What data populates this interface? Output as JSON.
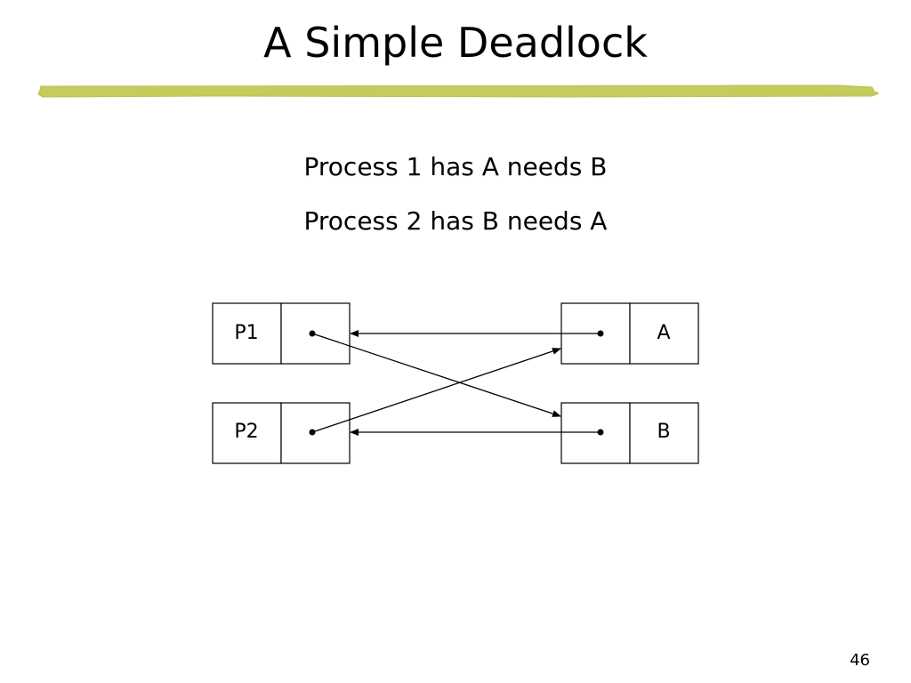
{
  "slide": {
    "title": "A Simple Deadlock",
    "statements": [
      "Process 1 has A needs B",
      "Process 2 has B needs A"
    ],
    "page_number": "46",
    "accent_color": "#c4cc5e"
  },
  "diagram": {
    "processes": [
      {
        "label": "P1",
        "holds": "A",
        "needs": "B"
      },
      {
        "label": "P2",
        "holds": "B",
        "needs": "A"
      }
    ],
    "resources": [
      {
        "label": "A"
      },
      {
        "label": "B"
      }
    ]
  }
}
